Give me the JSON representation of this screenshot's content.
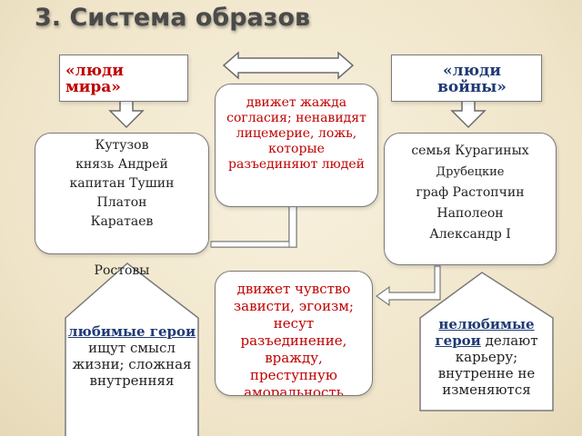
{
  "title": "3. Система образов",
  "people_of_peace": {
    "label": "«люди мира»",
    "heroes": [
      "Кутузов",
      "князь Андрей",
      "капитан Тушин",
      "Платон",
      "Каратаев",
      "Ростовы"
    ]
  },
  "people_of_war": {
    "label": "«люди войны»",
    "heroes": [
      "семья Курагиных",
      "Друбецкие",
      "граф Растопчин",
      "Наполеон",
      "Александр I"
    ]
  },
  "peace_driver": "движет жажда согласия; ненавидят лицемерие, ложь, которые разъединяют людей",
  "war_driver": "движет чувство зависти, эгоизм; несут разъединение, вражду, преступную аморальность",
  "beloved": {
    "title": "любимые герои",
    "text": "ищут смысл жизни; сложная внутренняя"
  },
  "unloved": {
    "title": "нелюбимые герои",
    "text": "делают карьеру; внутренне не изменяются"
  },
  "colors": {
    "accent_red": "#c00000",
    "accent_blue": "#1f3a75",
    "border": "#7a7a7a",
    "arrow_fill": "#ffffff"
  }
}
